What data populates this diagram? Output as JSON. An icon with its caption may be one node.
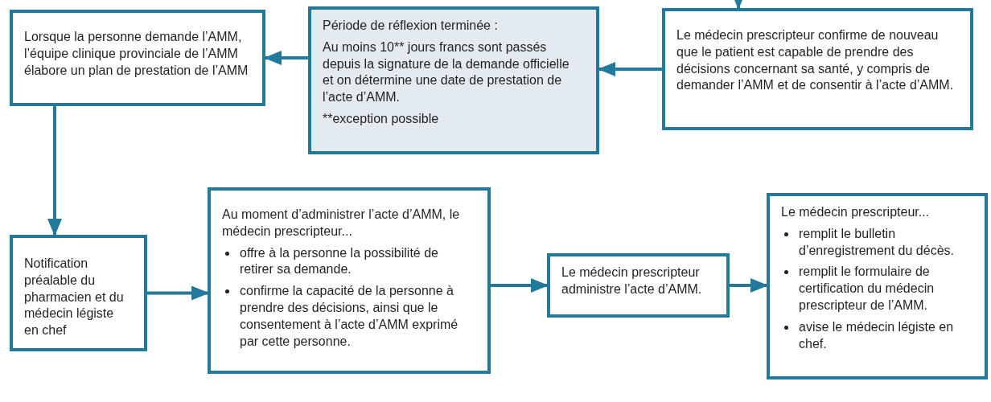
{
  "diagram": {
    "nodes": [
      {
        "text": [
          "Lorsque la personne demande l’AMM, l’équipe clinique provinciale de l’AMM élabore un plan de prestation de l’AMM"
        ]
      },
      {
        "text": [
          "Période de réflexion terminée :",
          "Au moins 10** jours francs sont passés depuis la signature de la demande officielle et on détermine une date de prestation de l’acte d’AMM.",
          "**exception possible"
        ]
      },
      {
        "text": [
          "Le médecin prescripteur confirme de nouveau que le patient est capable de prendre des décisions concernant sa santé, y compris de demander l’AMM et de consentir à l’acte d’AMM."
        ]
      },
      {
        "text": [
          "Notification préalable du pharmacien et du médecin légiste en chef"
        ]
      },
      {
        "text": [
          "Au moment d’administrer l’acte d’AMM, le médecin prescripteur...",
          "offre à la personne la possibilité de retirer sa demande.",
          "confirme la capacité de la personne à prendre des décisions, ainsi que le consentement à l’acte d’AMM exprimé par cette personne."
        ]
      },
      {
        "text": [
          "Le médecin prescripteur administre l’acte d’AMM."
        ]
      },
      {
        "text": [
          "Le médecin prescripteur...",
          "remplit le bulletin d’enregistrement du décès.",
          "remplit le formulaire de certification du médecin prescripteur de l’AMM.",
          "avise le médecin légiste en chef."
        ]
      }
    ],
    "edges": [
      {
        "from": null,
        "to": 2,
        "arrow": "to"
      },
      {
        "from": 2,
        "to": 1,
        "arrow": "to"
      },
      {
        "from": 1,
        "to": 0,
        "arrow": "to"
      },
      {
        "from": 0,
        "to": 3,
        "arrow": "to"
      },
      {
        "from": 3,
        "to": 4,
        "arrow": "to"
      },
      {
        "from": 4,
        "to": 5,
        "arrow": "to"
      },
      {
        "from": 5,
        "to": 6,
        "arrow": "to"
      }
    ]
  }
}
